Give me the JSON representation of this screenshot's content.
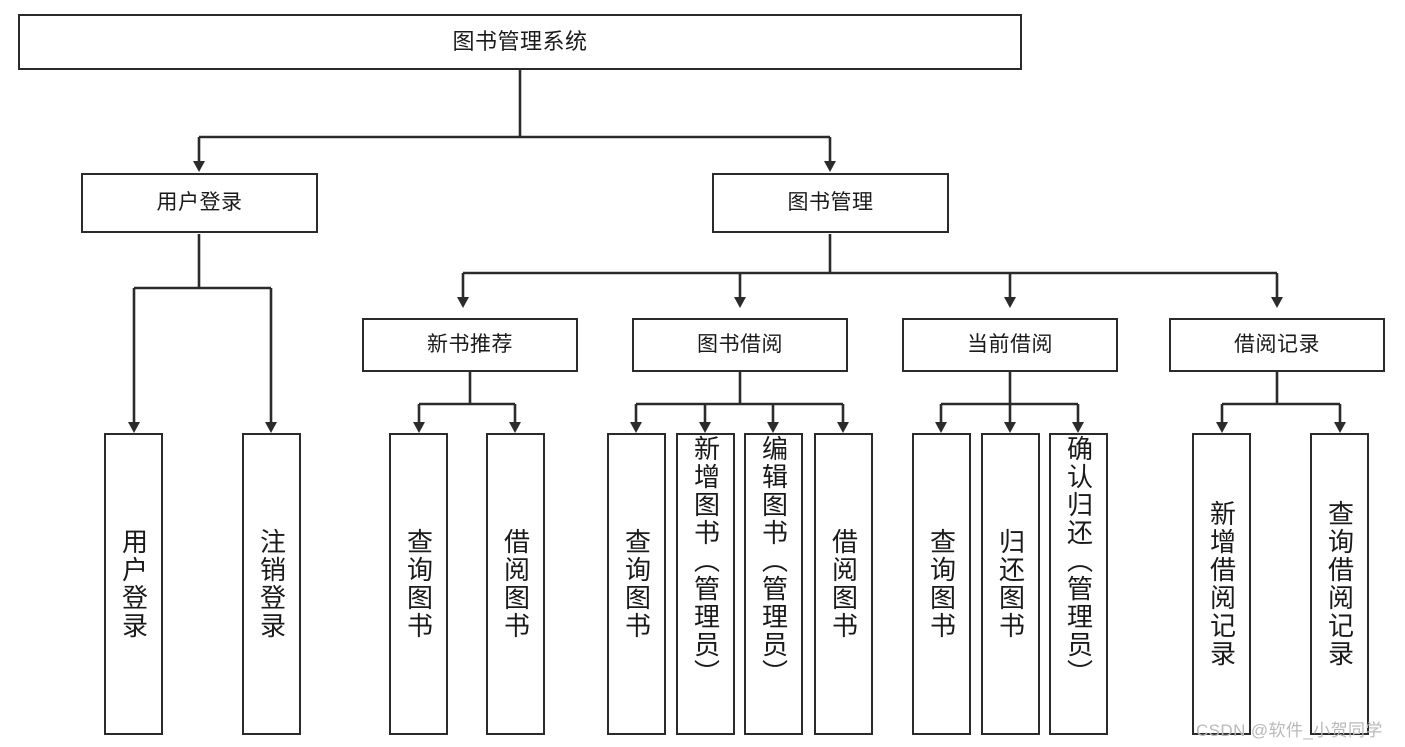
{
  "diagram": {
    "title": "图书管理系统",
    "type": "tree-hierarchy-chart",
    "root": {
      "label": "图书管理系统"
    },
    "level1": [
      {
        "label": "用户登录"
      },
      {
        "label": "图书管理"
      }
    ],
    "level2": [
      {
        "label": "新书推荐"
      },
      {
        "label": "图书借阅"
      },
      {
        "label": "当前借阅"
      },
      {
        "label": "借阅记录"
      }
    ],
    "leaves": {
      "user_login": [
        {
          "label": "用户登录"
        },
        {
          "label": "注销登录"
        }
      ],
      "new_book_recommend": [
        {
          "label": "查询图书"
        },
        {
          "label": "借阅图书"
        }
      ],
      "book_borrow": [
        {
          "label": "查询图书"
        },
        {
          "label": "新增图书（管理员）"
        },
        {
          "label": "编辑图书（管理员）"
        },
        {
          "label": "借阅图书"
        }
      ],
      "current_borrow": [
        {
          "label": "查询图书"
        },
        {
          "label": "归还图书"
        },
        {
          "label": "确认归还（管理员）"
        }
      ],
      "borrow_record": [
        {
          "label": "新增借阅记录"
        },
        {
          "label": "查询借阅记录"
        }
      ]
    }
  },
  "watermark": {
    "text": "CSDN @软件_小贺同学"
  },
  "colors": {
    "stroke": "#2b2b2b",
    "box_fill": "#ffffff",
    "text": "#1a1a1a",
    "watermark": "#b9b9b9",
    "background": "#ffffff"
  }
}
